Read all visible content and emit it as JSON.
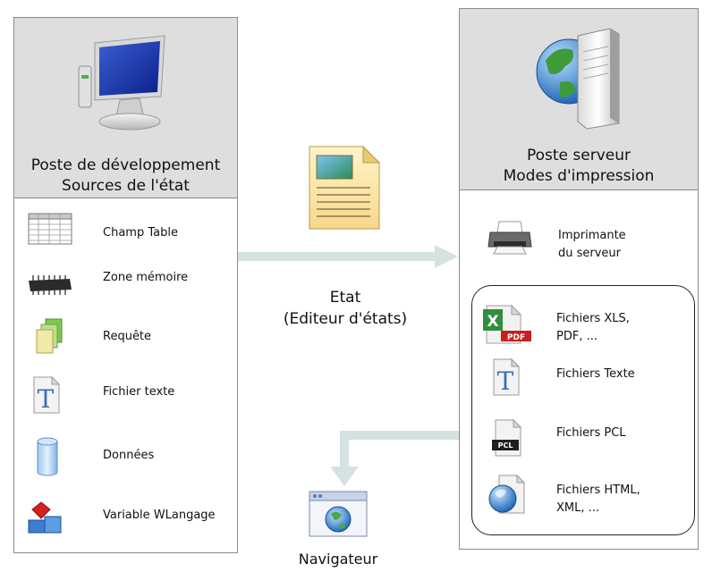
{
  "left_panel": {
    "title_line1": "Poste de développement",
    "title_line2": "Sources de l'état",
    "items": [
      {
        "label": "Champ Table",
        "icon": "table-icon"
      },
      {
        "label": "Zone mémoire",
        "icon": "memory-chip-icon"
      },
      {
        "label": "Requête",
        "icon": "query-icon"
      },
      {
        "label": "Fichier texte",
        "icon": "text-file-icon"
      },
      {
        "label": "Données",
        "icon": "database-icon"
      },
      {
        "label": "Variable WLangage",
        "icon": "variable-icon"
      }
    ]
  },
  "center": {
    "label_line1": "Etat",
    "label_line2": "(Editeur d'états)",
    "browser_label": "Navigateur"
  },
  "right_panel": {
    "title_line1": "Poste serveur",
    "title_line2": "Modes d'impression",
    "printer_line1": "Imprimante",
    "printer_line2": "du serveur",
    "files": [
      {
        "line1": "Fichiers XLS,",
        "line2": "PDF, ...",
        "icon": "xls-pdf-icon"
      },
      {
        "line1": "Fichiers Texte",
        "line2": "",
        "icon": "text-file-icon"
      },
      {
        "line1": "Fichiers PCL",
        "line2": "",
        "icon": "pcl-file-icon"
      },
      {
        "line1": "Fichiers HTML,",
        "line2": "XML, ...",
        "icon": "html-file-icon"
      }
    ],
    "pcl_badge": "PCL",
    "pdf_badge": "PDF"
  },
  "colors": {
    "arrow": "#d4e3e1",
    "panel_header": "#dedede",
    "border": "#8c8c8c"
  }
}
